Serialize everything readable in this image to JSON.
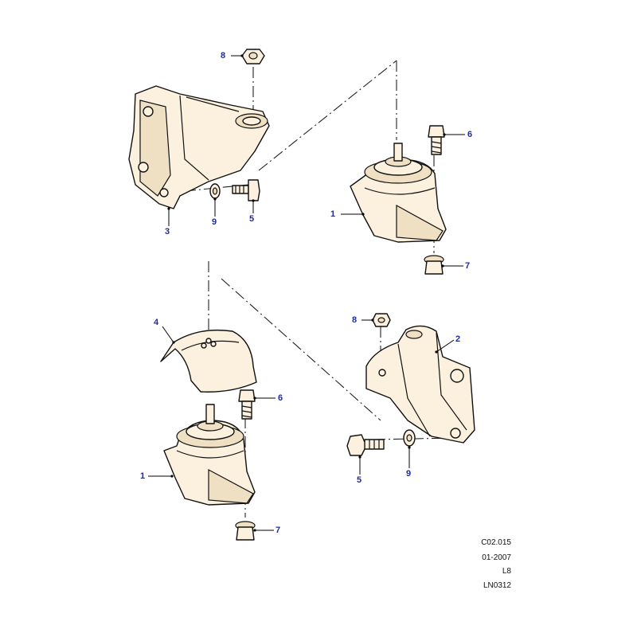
{
  "callouts": {
    "c8a": "8",
    "c6a": "6",
    "c3": "3",
    "c9a": "9",
    "c5a": "5",
    "c1a": "1",
    "c7a": "7",
    "c4": "4",
    "c8b": "8",
    "c2": "2",
    "c6b": "6",
    "c1b": "1",
    "c5b": "5",
    "c9b": "9",
    "c7b": "7"
  },
  "info_block": {
    "line1": "C02.015",
    "line2": "01-2007",
    "line3": "L8",
    "line4": "LN0312"
  },
  "colors": {
    "part_fill": "#fbf1de",
    "callout_text": "#1c2c9c",
    "line": "#111111"
  }
}
